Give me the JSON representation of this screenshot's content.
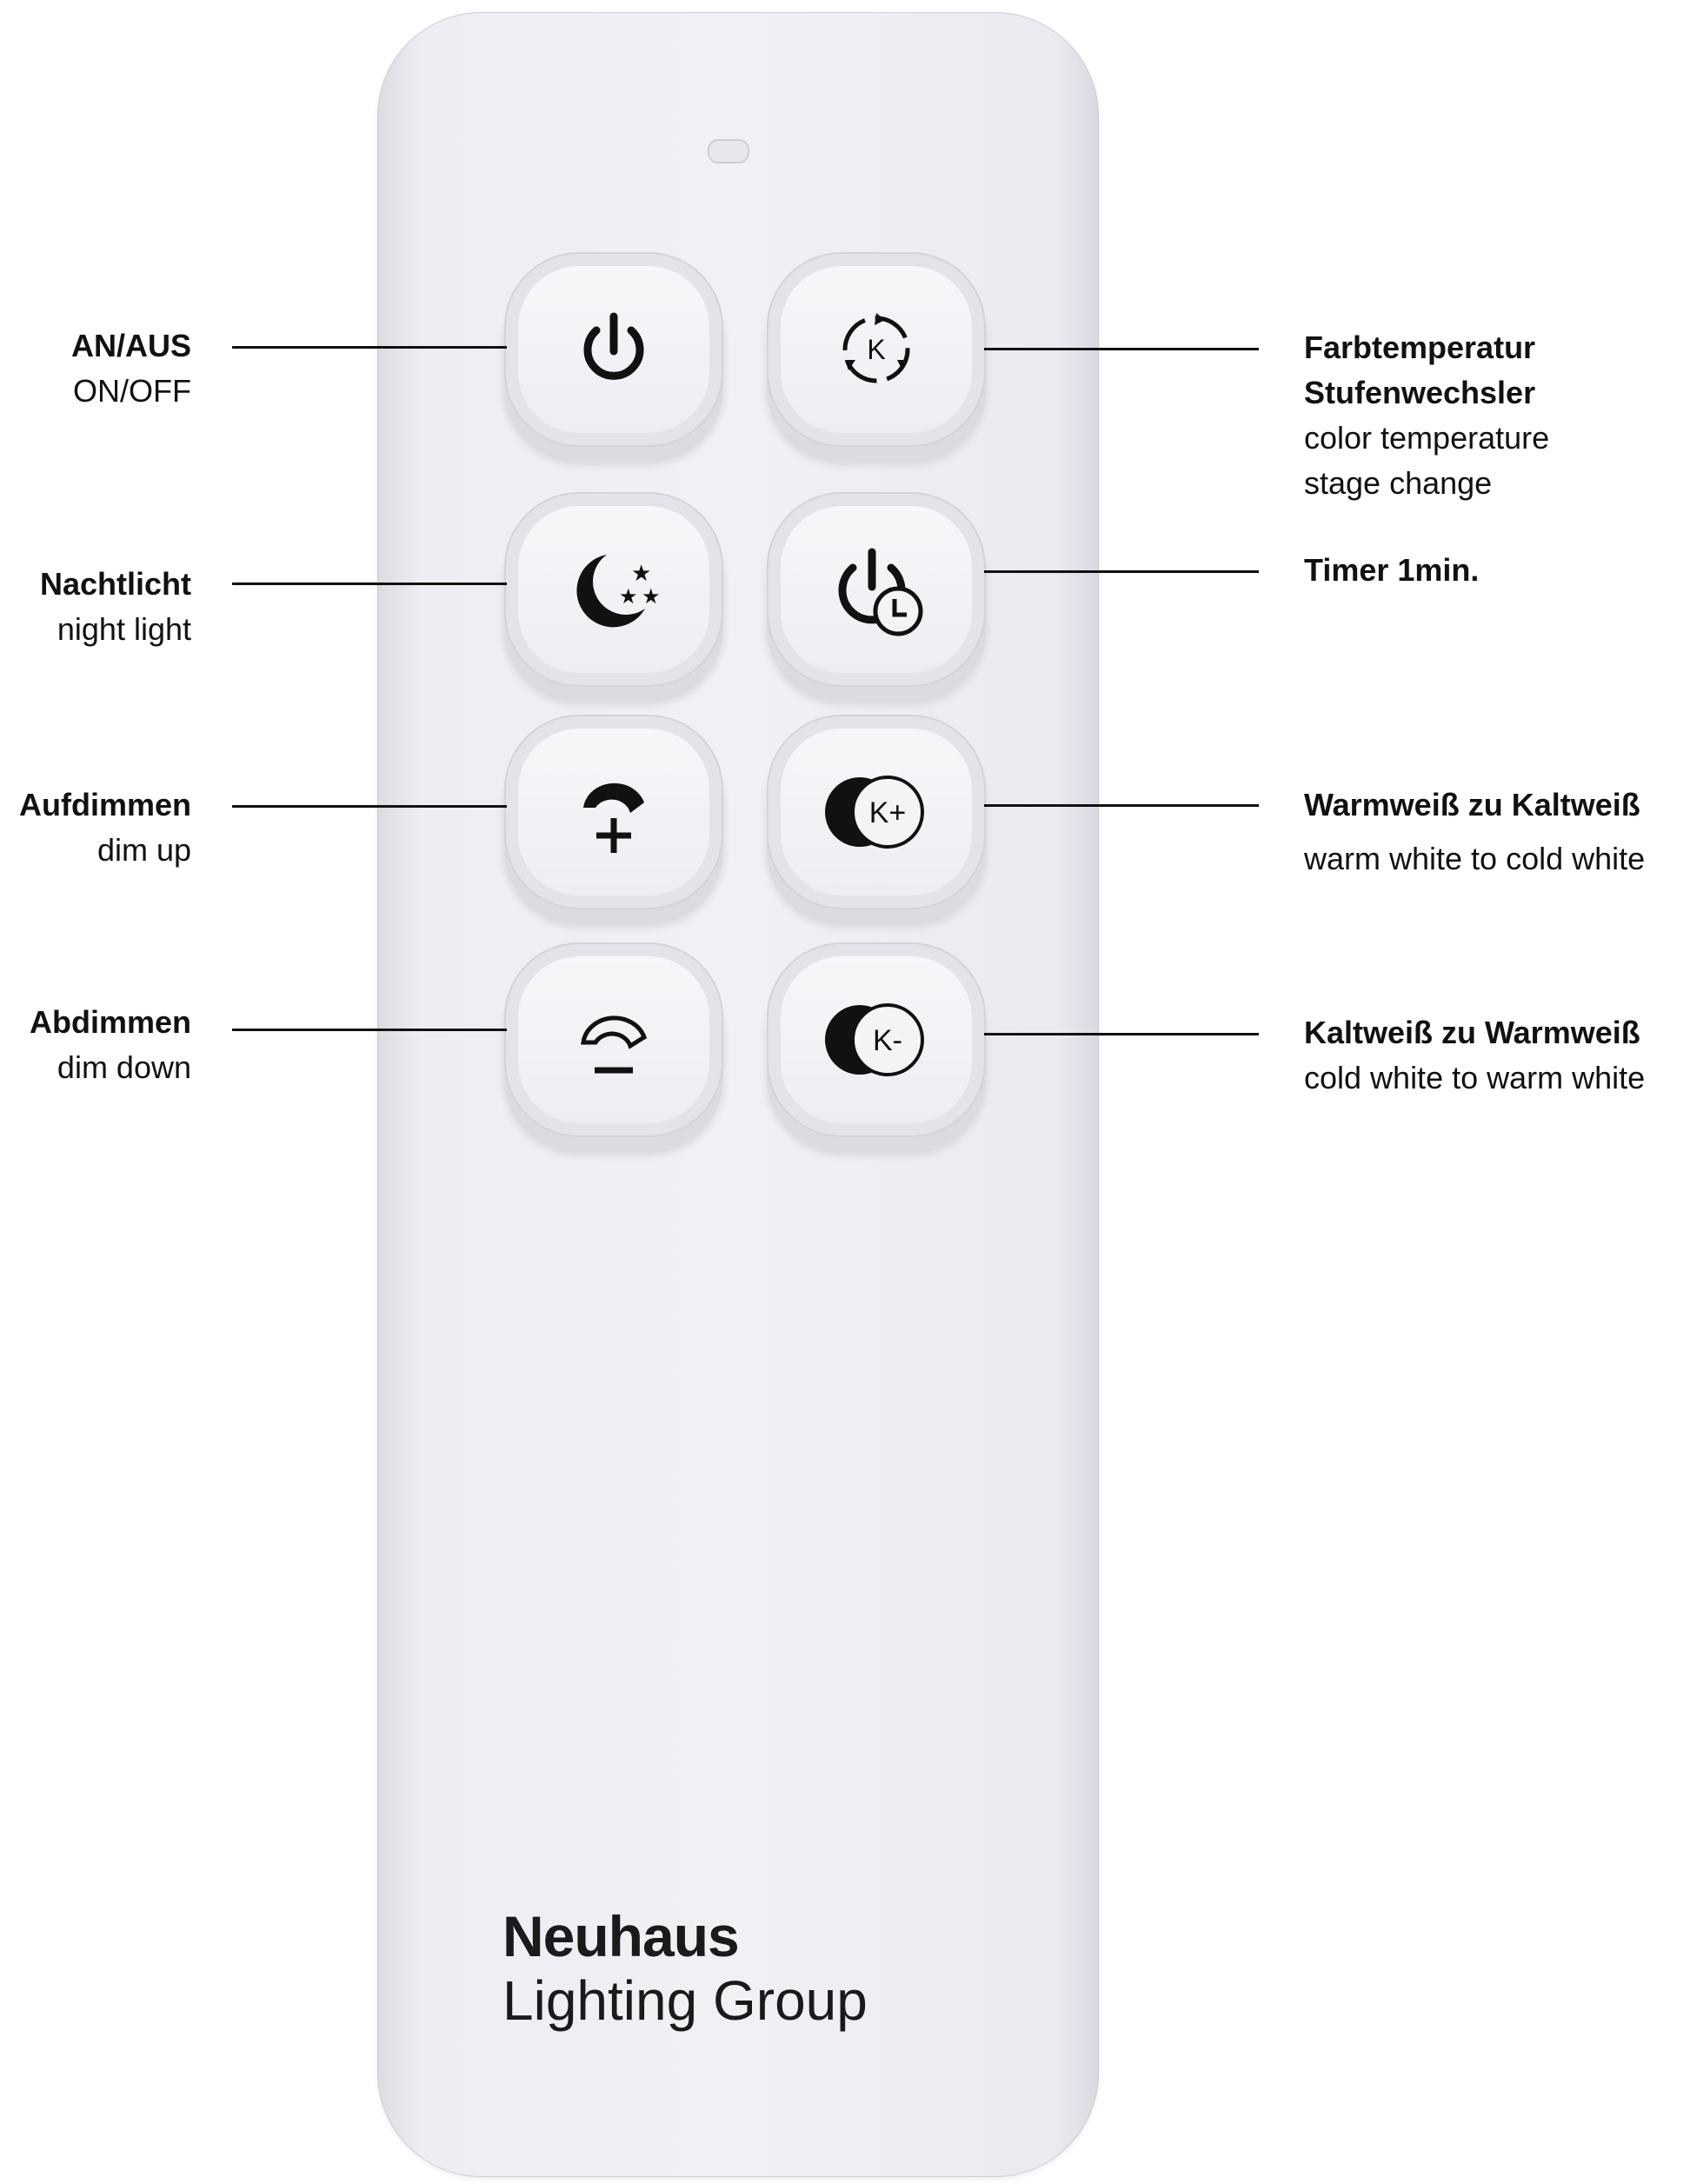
{
  "labels": {
    "on_off": {
      "de": "AN/AUS",
      "en": "ON/OFF"
    },
    "color_temp_stage": {
      "de_line1": "Farbtemperatur",
      "de_line2": "Stufenwechsler",
      "en_line1": "color temperature",
      "en_line2": "stage change"
    },
    "night_light": {
      "de": "Nachtlicht",
      "en": "night light"
    },
    "timer": {
      "de": "Timer 1min."
    },
    "dim_up": {
      "de": "Aufdimmen",
      "en": "dim up"
    },
    "warm_to_cold": {
      "de": "Warmweiß zu Kaltweiß",
      "en": "warm white to cold white"
    },
    "dim_down": {
      "de": "Abdimmen",
      "en": "dim down"
    },
    "cold_to_warm": {
      "de": "Kaltweiß zu Warmweiß",
      "en": "cold white to warm white"
    }
  },
  "buttons": {
    "k_cycle": "K",
    "k_plus": "K+",
    "k_minus": "K-"
  },
  "brand": {
    "line1": "Neuhaus",
    "line2": "Lighting Group"
  },
  "colors": {
    "remote": "#f1f0f5",
    "button": "#f4f4f7",
    "ink": "#111111"
  },
  "icons": [
    "power-icon",
    "k-cycle-icon",
    "moon-stars-icon",
    "timer-icon",
    "dim-up-icon",
    "k-plus-icon",
    "dim-down-icon",
    "k-minus-icon"
  ]
}
